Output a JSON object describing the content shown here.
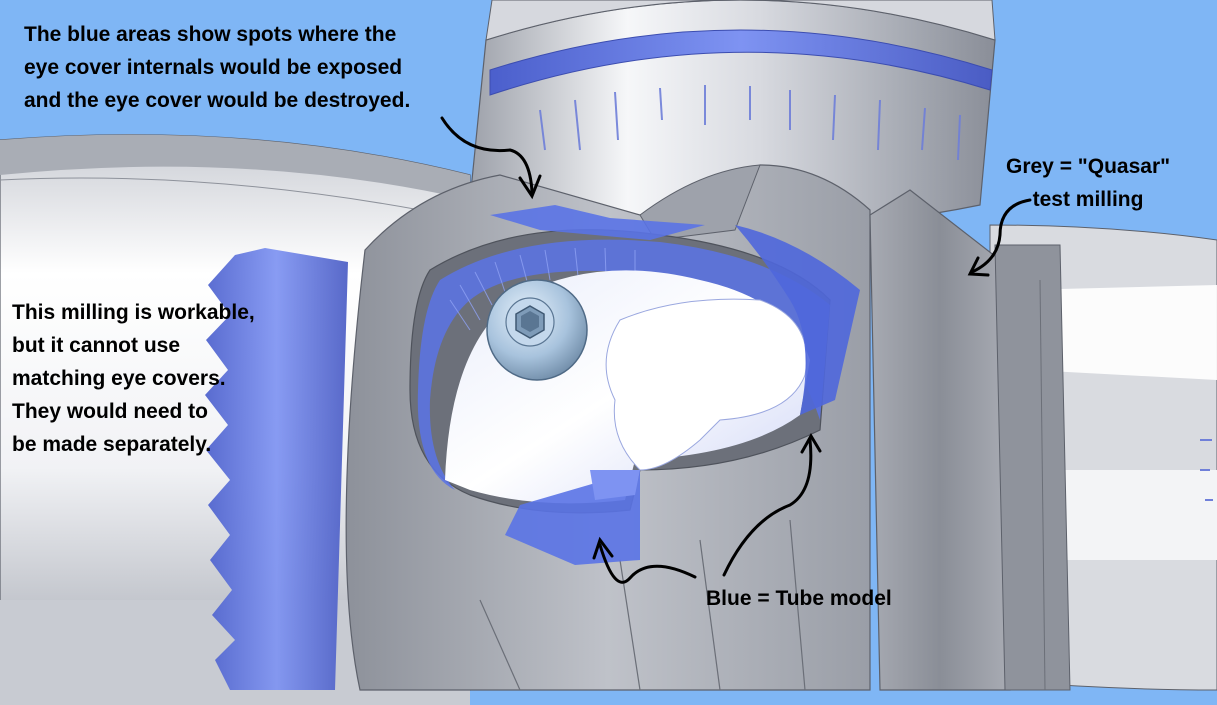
{
  "annotations": {
    "blue_areas": {
      "lines": [
        "The blue areas show spots where the",
        "eye cover internals would be exposed",
        "and the eye cover would be destroyed."
      ]
    },
    "grey_quasar": {
      "lines": [
        "Grey = \"Quasar\"",
        "test milling"
      ]
    },
    "workable": {
      "lines": [
        "This milling is workable,",
        "but it cannot use",
        "matching eye covers.",
        "They would need to",
        "be made separately."
      ]
    },
    "tube_model": {
      "lines": [
        "Blue = Tube model"
      ]
    }
  },
  "colors": {
    "sky": "#7fb6f5",
    "metal_light": "#f4f5f7",
    "metal_mid": "#b9bcc4",
    "metal_dark": "#7e828c",
    "tube_blue": "#5a73e6",
    "tube_blue_light": "#a9b8fb",
    "ink": "#000000"
  },
  "icons": {
    "arrows": "curved-arrow-icon",
    "bolt": "hex-socket-bolt-icon"
  }
}
